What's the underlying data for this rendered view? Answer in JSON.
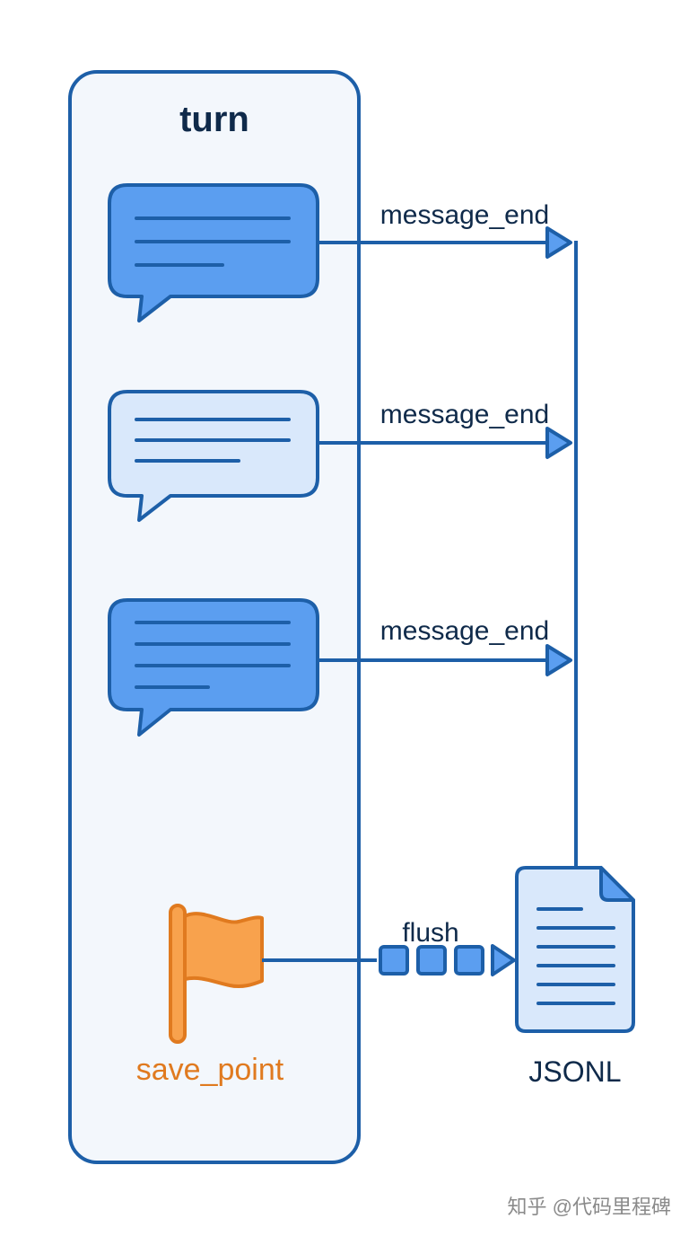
{
  "turn": {
    "title": "turn"
  },
  "messages": [
    {
      "edge_label": "message_end",
      "style": "filled"
    },
    {
      "edge_label": "message_end",
      "style": "light"
    },
    {
      "edge_label": "message_end",
      "style": "filled"
    }
  ],
  "save_point": {
    "label": "save_point",
    "edge_label": "flush"
  },
  "output": {
    "label": "JSONL"
  },
  "watermark": "知乎 @代码里程碑",
  "colors": {
    "stroke": "#1d5fa8",
    "bubble_filled": "#5b9ef0",
    "bubble_light": "#d9e8fb",
    "panel_bg": "#f3f7fc",
    "flag_fill": "#f8a24d",
    "flag_stroke": "#e07a1f",
    "doc_fill": "#d9e8fb",
    "text": "#0f2a4a"
  }
}
